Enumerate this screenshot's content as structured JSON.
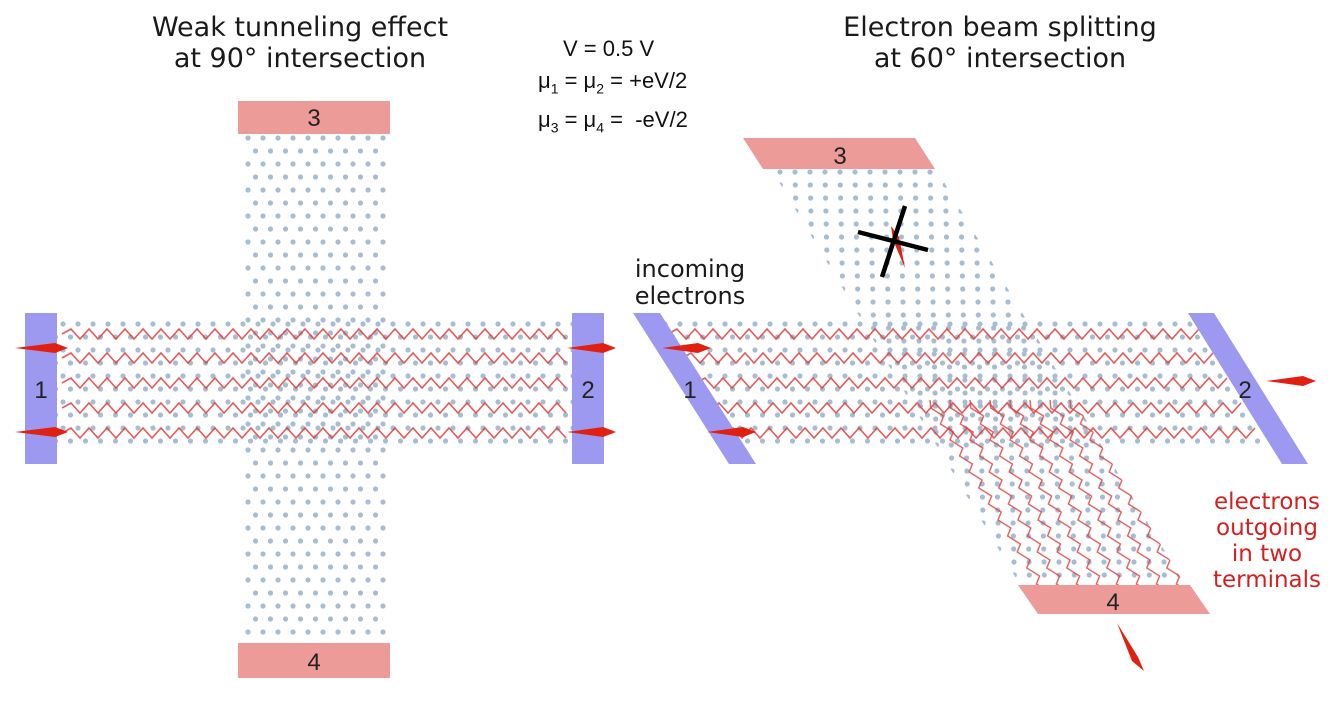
{
  "left_panel": {
    "title_line1": "Weak tunneling effect",
    "title_line2": "at 90° intersection",
    "terminals": {
      "t1": "1",
      "t2": "2",
      "t3": "3",
      "t4": "4"
    }
  },
  "right_panel": {
    "title_line1": "Electron beam splitting",
    "title_line2": "at 60° intersection",
    "terminals": {
      "t1": "1",
      "t2": "2",
      "t3": "3",
      "t4": "4"
    },
    "incoming_line1": "incoming",
    "incoming_line2": "electrons",
    "outgoing_lines": [
      "electrons",
      "outgoing",
      "in two",
      "terminals"
    ]
  },
  "bias": {
    "voltage": "V = 0.5 V",
    "mu_a": "μ",
    "sub_1": "1",
    "mu_b": " = μ",
    "sub_2": "2",
    "mu_tail_1": " = +eV/2",
    "mu_c": "μ",
    "sub_3": "3",
    "mu_d": " = μ",
    "sub_4": "4",
    "mu_tail_2": " =  -eV/2"
  },
  "colors": {
    "lead_blue": "#9d99f0",
    "lead_pink": "#ec9b98",
    "atom": "#a9bdd0",
    "path_red": "#e04040",
    "arrow_red": "#e02010",
    "blocked": "#000000"
  }
}
